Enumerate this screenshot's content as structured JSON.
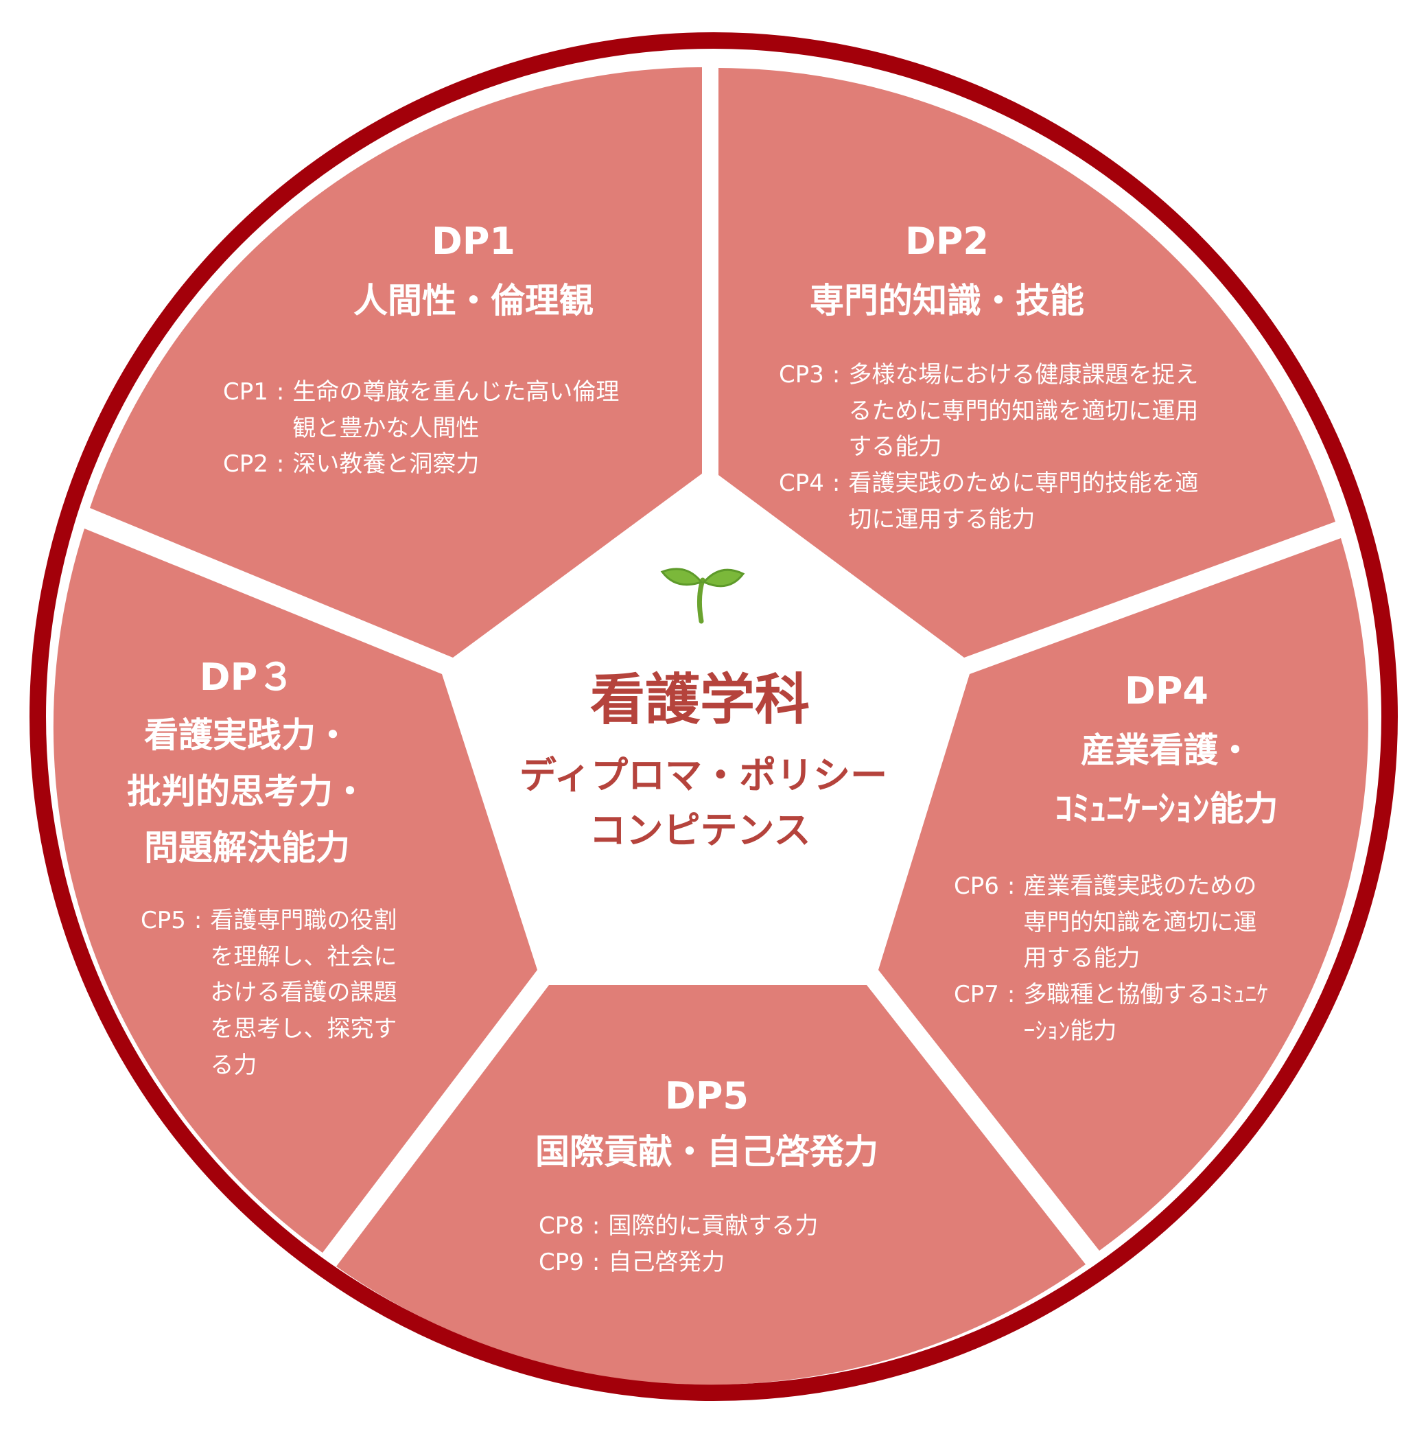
{
  "colors": {
    "ring": "#a3000a",
    "segment": "#e07e77",
    "center_text": "#b5433c",
    "sprout_leaf": "#7bb83a",
    "sprout_stem": "#6aa32e",
    "text": "#ffffff"
  },
  "center": {
    "icon": "sprout-icon",
    "title": "看護学科",
    "subtitle_line1": "ディプロマ・ポリシー",
    "subtitle_line2": "コンピテンス"
  },
  "segments": [
    {
      "dp": "DP1",
      "name": "人間性・倫理観",
      "cps": [
        {
          "label": "CP1",
          "text": "生命の尊厳を重んじた高い倫理観と豊かな人間性"
        },
        {
          "label": "CP2",
          "text": "深い教養と洞察力"
        }
      ]
    },
    {
      "dp": "DP2",
      "name": "専門的知識・技能",
      "cps": [
        {
          "label": "CP3",
          "text": "多様な場における健康課題を捉えるために専門的知識を適切に運用する能力"
        },
        {
          "label": "CP4",
          "text": "看護実践のために専門的技能を適切に運用する能力"
        }
      ]
    },
    {
      "dp": "DP３",
      "name_lines": [
        "看護実践力・",
        "批判的思考力・",
        "問題解決能力"
      ],
      "cps": [
        {
          "label": "CP5",
          "text": "看護専門職の役割を理解し、社会における看護の課題を思考し、探究する力"
        }
      ]
    },
    {
      "dp": "DP4",
      "name_lines": [
        "産業看護・",
        "ｺﾐｭﾆｹｰｼｮﾝ能力"
      ],
      "cps": [
        {
          "label": "CP6",
          "text": "産業看護実践のための専門的知識を適切に運用する能力"
        },
        {
          "label": "CP7",
          "text": "多職種と協働するｺﾐｭﾆｹｰｼｮﾝ能力"
        }
      ]
    },
    {
      "dp": "DP5",
      "name": "国際貢献・自己啓発力",
      "cps": [
        {
          "label": "CP8",
          "text": "国際的に貢献する力"
        },
        {
          "label": "CP9",
          "text": "自己啓発力"
        }
      ]
    }
  ]
}
